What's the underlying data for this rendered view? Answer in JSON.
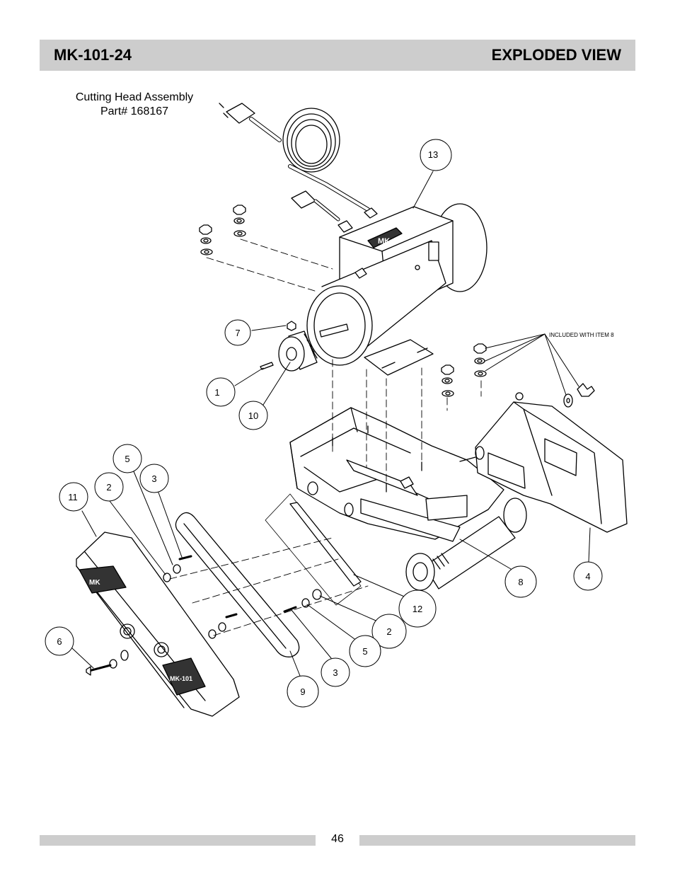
{
  "header": {
    "model": "MK-101-24",
    "title": "EXPLODED VIEW"
  },
  "caption": {
    "line1": "Cutting Head Assembly",
    "line2": "Part# 168167"
  },
  "note": "INCLUDED WITH ITEM 8",
  "footer": {
    "page": "46"
  },
  "callouts": [
    "13",
    "7",
    "1",
    "10",
    "5",
    "3",
    "2",
    "11",
    "6",
    "9",
    "12",
    "2",
    "5",
    "3",
    "8",
    "4"
  ],
  "logos": [
    "MK",
    "MK",
    "MK-101"
  ]
}
